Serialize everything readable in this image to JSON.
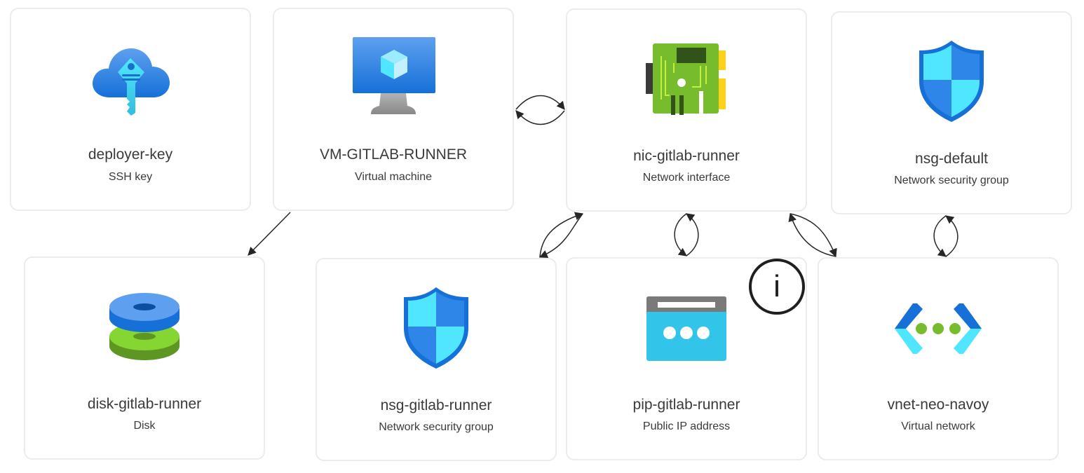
{
  "nodes": {
    "deployer_key": {
      "name": "deployer-key",
      "type": "SSH key",
      "icon": "ssh-key-icon"
    },
    "vm": {
      "name": "VM-GITLAB-RUNNER",
      "type": "Virtual machine",
      "icon": "virtual-machine-icon"
    },
    "nic": {
      "name": "nic-gitlab-runner",
      "type": "Network interface",
      "icon": "network-interface-icon"
    },
    "nsg_default": {
      "name": "nsg-default",
      "type": "Network security group",
      "icon": "shield-icon"
    },
    "disk": {
      "name": "disk-gitlab-runner",
      "type": "Disk",
      "icon": "disk-icon"
    },
    "nsg_runner": {
      "name": "nsg-gitlab-runner",
      "type": "Network security group",
      "icon": "shield-icon"
    },
    "pip": {
      "name": "pip-gitlab-runner",
      "type": "Public IP address",
      "icon": "public-ip-icon"
    },
    "vnet": {
      "name": "vnet-neo-navoy",
      "type": "Virtual network",
      "icon": "virtual-network-icon"
    }
  },
  "edges": [
    {
      "from": "VM-GITLAB-RUNNER",
      "to": "nic-gitlab-runner",
      "direction": "bidirectional"
    },
    {
      "from": "VM-GITLAB-RUNNER",
      "to": "disk-gitlab-runner",
      "direction": "one-way"
    },
    {
      "from": "nic-gitlab-runner",
      "to": "nsg-gitlab-runner",
      "direction": "bidirectional"
    },
    {
      "from": "nic-gitlab-runner",
      "to": "pip-gitlab-runner",
      "direction": "bidirectional"
    },
    {
      "from": "nic-gitlab-runner",
      "to": "vnet-neo-navoy",
      "direction": "bidirectional"
    },
    {
      "from": "nsg-default",
      "to": "vnet-neo-navoy",
      "direction": "bidirectional"
    }
  ],
  "info_badge": {
    "glyph": "i",
    "icon": "info-icon"
  },
  "colors": {
    "edge": "#262626",
    "card_border": "#ececec"
  }
}
